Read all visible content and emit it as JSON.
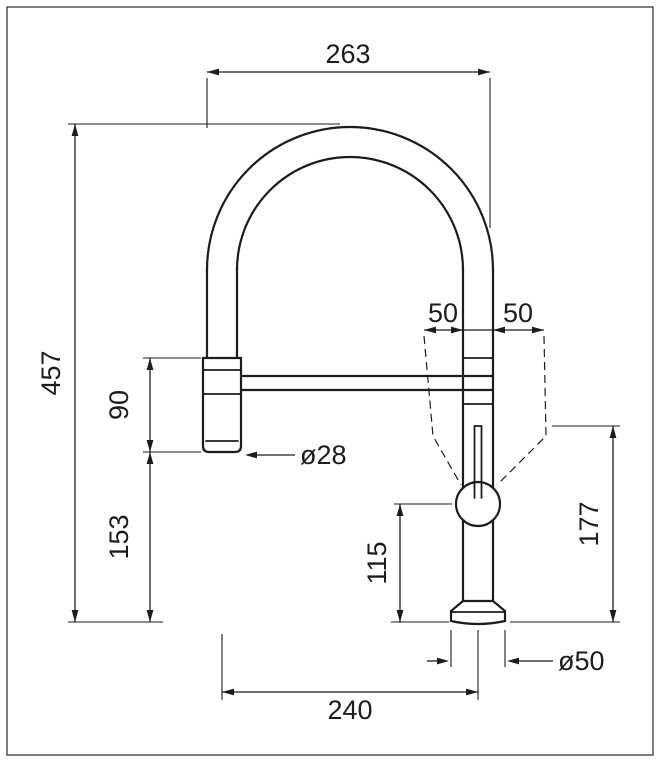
{
  "meta": {
    "type": "technical-dimension-drawing",
    "subject": "kitchen faucet with flexible spout and pull-down spray head"
  },
  "colors": {
    "line": "#1c1c1c",
    "background": "#ffffff"
  },
  "dimensions": {
    "spout_width": "263",
    "total_height": "457",
    "spray_head_length": "90",
    "spray_head_clearance": "153",
    "spray_head_diameter": "ø28",
    "lever_swing_left": "50",
    "lever_swing_right": "50",
    "body_height": "177",
    "lever_height": "115",
    "reach": "240",
    "base_diameter": "ø50"
  }
}
